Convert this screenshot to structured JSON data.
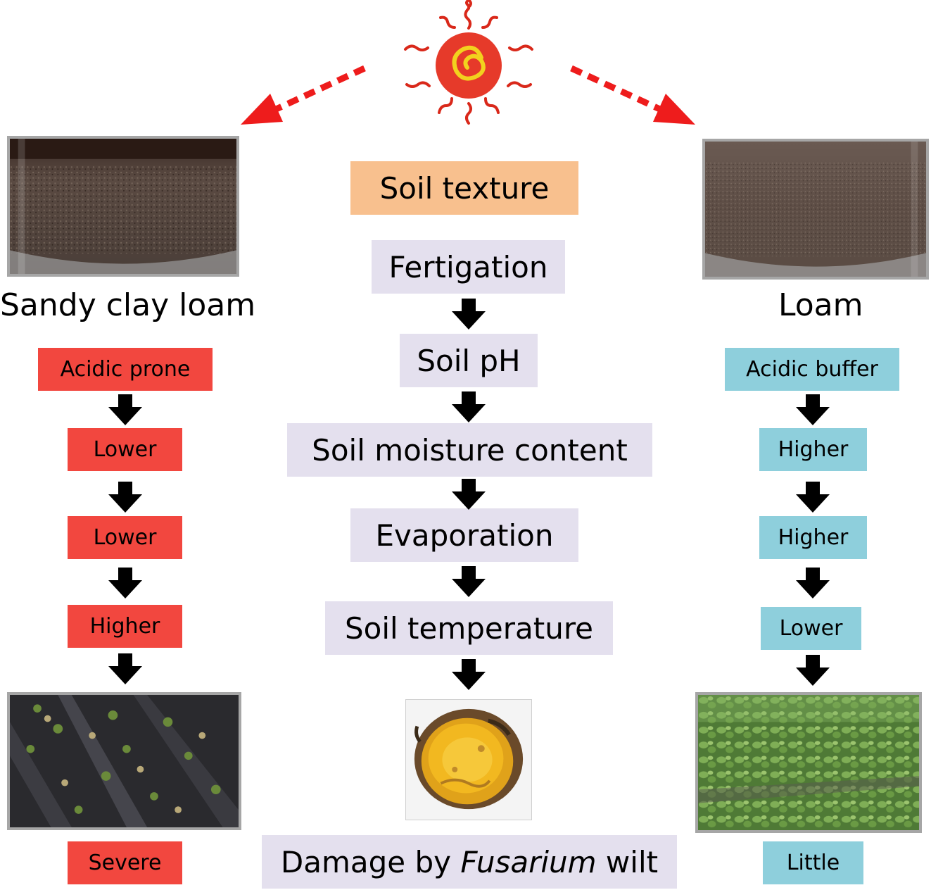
{
  "center": {
    "soil_texture": "Soil texture",
    "steps": [
      "Fertigation",
      "Soil pH",
      "Soil moisture content",
      "Evaporation",
      "Soil temperature"
    ],
    "damage_prefix": "Damage by",
    "damage_genus": "Fusarium",
    "damage_suffix": "wilt"
  },
  "left": {
    "soil_name": "Sandy clay loam",
    "effects": [
      "Acidic prone",
      "Lower",
      "Lower",
      "Higher"
    ],
    "outcome": "Severe"
  },
  "right": {
    "soil_name": "Loam",
    "effects": [
      "Acidic buffer",
      "Higher",
      "Higher",
      "Lower"
    ],
    "outcome": "Little"
  },
  "colors": {
    "left_box": "#f2473f",
    "right_box": "#8ecfdc",
    "center_box": "#e4e0ee",
    "texture_box": "#f8c08e",
    "sun": "#e63a2a",
    "sun_spiral": "#f2d21e",
    "dashed_arrow": "#ee1c1c"
  },
  "icons": [
    "sun-icon",
    "dashed-arrow-left-icon",
    "dashed-arrow-right-icon",
    "down-arrow-icon"
  ]
}
